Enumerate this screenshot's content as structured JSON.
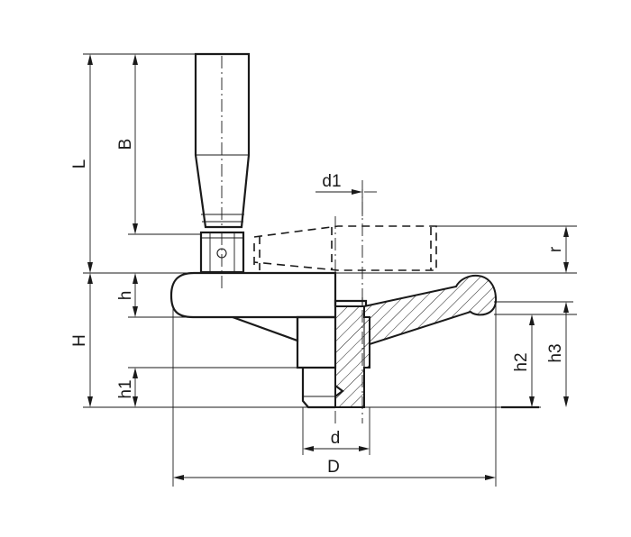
{
  "labels": {
    "L": "L",
    "B": "B",
    "d1": "d1",
    "r": "r",
    "h": "h",
    "H": "H",
    "h1": "h1",
    "h2": "h2",
    "h3": "h3",
    "d": "d",
    "D": "D"
  }
}
